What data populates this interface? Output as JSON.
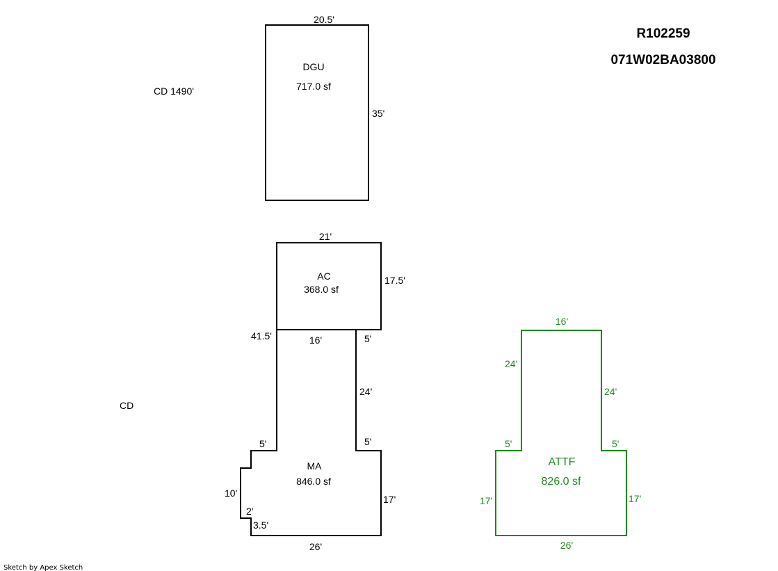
{
  "header": {
    "account_id": "R102259",
    "map_tax_lot": "071W02BA03800"
  },
  "footer": {
    "credit": "Sketch by Apex Sketch"
  },
  "colors": {
    "primary_outline": "#000000",
    "secondary_outline": "#1a8a1a",
    "background": "#ffffff"
  },
  "notes": {
    "cd_1490": "CD 1490'",
    "cd": "CD"
  },
  "areas": {
    "dgu": {
      "code": "DGU",
      "area": "717.0 sf",
      "dims": {
        "top": "20.5'",
        "right": "35'"
      }
    },
    "ac": {
      "code": "AC",
      "area": "368.0 sf",
      "dims": {
        "top": "21'",
        "right": "17.5'",
        "left": "41.5'",
        "bottom": "16'",
        "bottom_right": "5'"
      }
    },
    "ma": {
      "code": "MA",
      "area": "846.0 sf",
      "dims": {
        "right_mid": "24'",
        "notch_left": "5'",
        "notch_right": "5'",
        "left": "10'",
        "step": "2'",
        "step_lower": "3.5'",
        "right": "17'",
        "bottom": "26'"
      }
    },
    "attf": {
      "code": "ATTF",
      "area": "826.0 sf",
      "dims": {
        "top": "16'",
        "left_upper": "24'",
        "right_upper": "24'",
        "notch_left": "5'",
        "notch_right": "5'",
        "left": "17'",
        "right": "17'",
        "bottom": "26'"
      }
    }
  }
}
